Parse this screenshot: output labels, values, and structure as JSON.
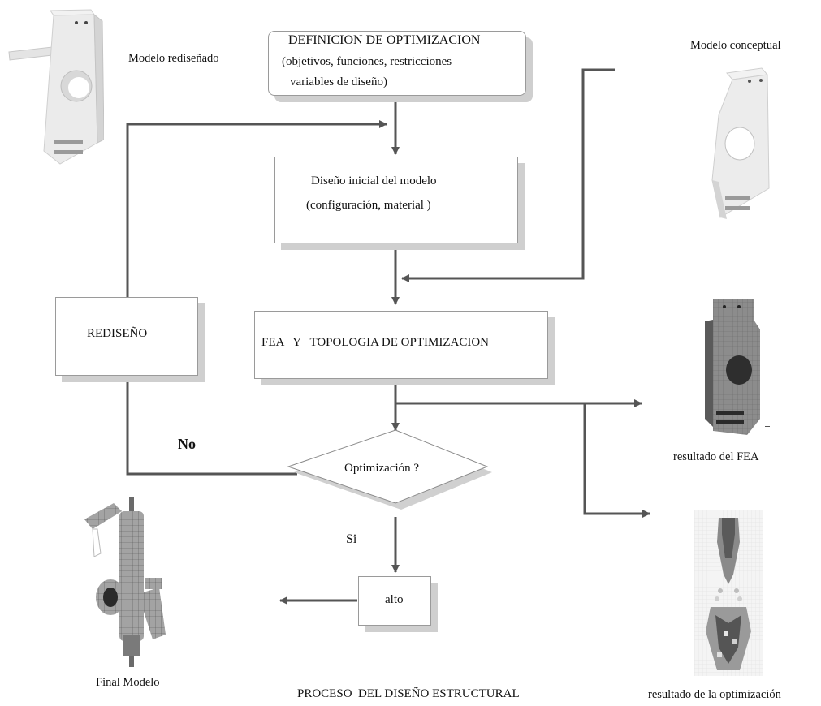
{
  "diagram": {
    "title": "PROCESO  DEL DISEÑO ESTRUCTURAL",
    "nodes": {
      "definicion": {
        "line1": "DEFINICION DE OPTIMIZACION",
        "line2": "(objetivos, funciones, restricciones",
        "line3": "variables de diseño)"
      },
      "diseno_inicial": {
        "line1": "Diseño inicial del modelo",
        "line2": "(configuración, material )"
      },
      "fea": {
        "label": "FEA   Y   TOPOLOGIA DE OPTIMIZACION"
      },
      "rediseno": {
        "label": "REDISEÑO"
      },
      "decision": {
        "label": "Optimización ?"
      },
      "alto": {
        "label": "alto"
      }
    },
    "edge_labels": {
      "no": "No",
      "si": "Si"
    },
    "images": {
      "redisenado": "Modelo rediseñado",
      "conceptual": "Modelo conceptual",
      "fea_result": "resultado del FEA",
      "optim_result": "resultado de la optimización",
      "final": "Final Modelo"
    }
  }
}
